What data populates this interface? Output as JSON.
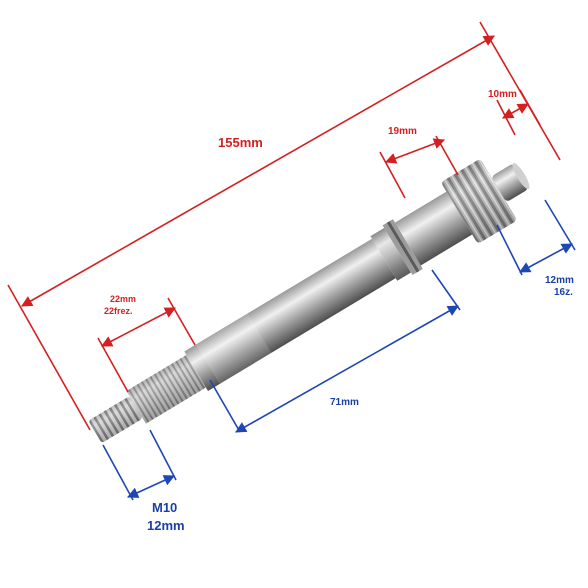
{
  "labels": {
    "overall_length": "155mm",
    "gear_width": "10mm",
    "bearing_section": "19mm",
    "spline_length_line1": "22mm",
    "spline_length_line2": "22frez.",
    "shaft_body": "71mm",
    "gear_diameter_line1": "12mm",
    "gear_diameter_line2": "16z.",
    "thread_line1": "M10",
    "thread_line2": "12mm"
  },
  "colors": {
    "red_dimension": "#d42020",
    "blue_dimension": "#1f46b5",
    "steel_light": "#e4e4e4",
    "steel_dark": "#6e6e6e"
  }
}
